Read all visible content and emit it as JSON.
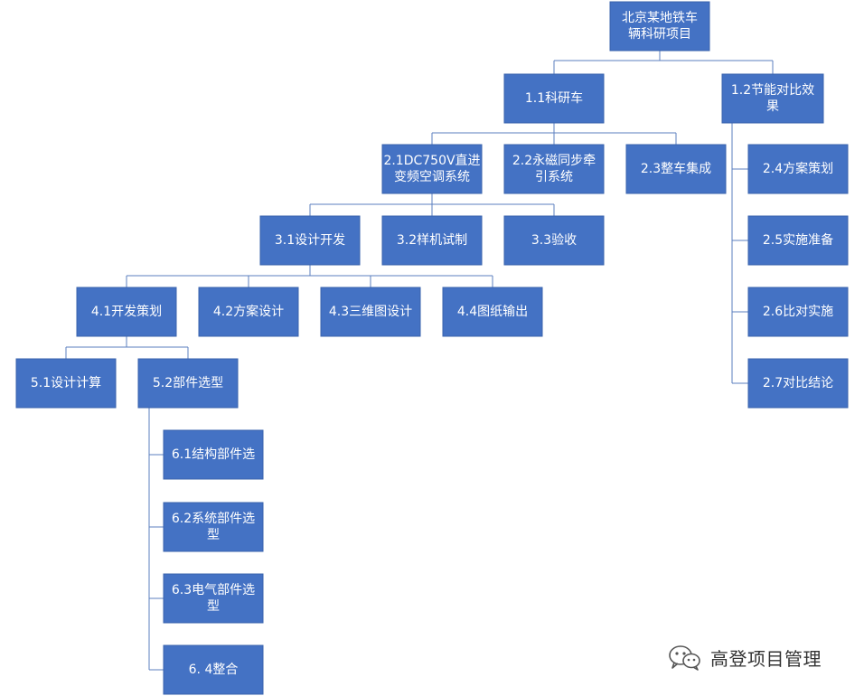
{
  "nodes": {
    "root": [
      "北京某地铁车",
      "辆科研项目"
    ],
    "n1_1": [
      "1.1科研车"
    ],
    "n1_2": [
      "1.2节能对比效",
      "果"
    ],
    "n2_1": [
      "2.1DC750V直进",
      "变频空调系统"
    ],
    "n2_2": [
      "2.2永磁同步牵",
      "引系统"
    ],
    "n2_3": [
      "2.3整车集成"
    ],
    "n2_4": [
      "2.4方案策划"
    ],
    "n2_5": [
      "2.5实施准备"
    ],
    "n2_6": [
      "2.6比对实施"
    ],
    "n2_7": [
      "2.7对比结论"
    ],
    "n3_1": [
      "3.1设计开发"
    ],
    "n3_2": [
      "3.2样机试制"
    ],
    "n3_3": [
      "3.3验收"
    ],
    "n4_1": [
      "4.1开发策划"
    ],
    "n4_2": [
      "4.2方案设计"
    ],
    "n4_3": [
      "4.3三维图设计"
    ],
    "n4_4": [
      "4.4图纸输出"
    ],
    "n5_1": [
      "5.1设计计算"
    ],
    "n5_2": [
      "5.2部件选型"
    ],
    "n6_1": [
      "6.1结构部件选"
    ],
    "n6_2": [
      "6.2系统部件选",
      "型"
    ],
    "n6_3": [
      "6.3电气部件选",
      "型"
    ],
    "n6_4": [
      "6. 4整合"
    ]
  },
  "watermark": {
    "text": "高登项目管理",
    "icon": "wechat-icon"
  },
  "colors": {
    "node_fill": "#4472C4",
    "connector": "#5B7FBF",
    "node_text": "#ffffff"
  }
}
